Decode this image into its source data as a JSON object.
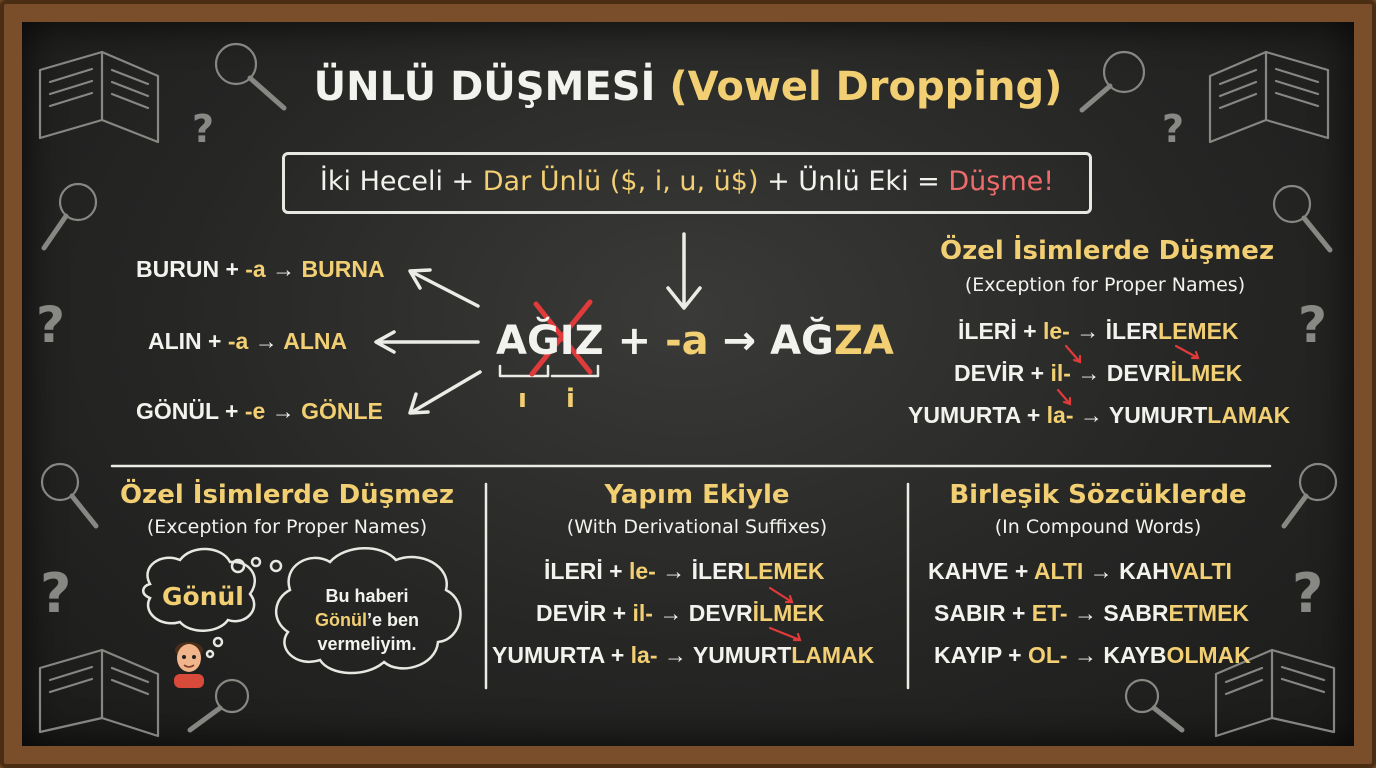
{
  "title": {
    "main": "ÜNLÜ DÜŞMESİ",
    "sub": "(Vowel Dropping)"
  },
  "rule": {
    "p1": "İki Heceli + ",
    "p2": "Dar Ünlü ($, i, u, ü$)",
    "p3": " + Ünlü Eki = ",
    "p4": "Düşme!"
  },
  "center": {
    "root": "AĞIZ",
    "plus": "+",
    "suffix": "-a",
    "result_a": "AĞ",
    "result_b": "ZA",
    "syllable1": "ı",
    "syllable2": "i"
  },
  "left_examples": [
    {
      "word": "BURUN + ",
      "suffix": "-a",
      "arrow": " → ",
      "result": "BURNA"
    },
    {
      "word": "ALIN + ",
      "suffix": "-a",
      "arrow": " → ",
      "result": "ALNA"
    },
    {
      "word": "GÖNÜL + ",
      "suffix": "-e",
      "arrow": " → ",
      "result": "GÖNLE"
    }
  ],
  "right_section": {
    "title": "Özel İsimlerde Düşmez",
    "subtitle": "(Exception for Proper Names)",
    "rows": [
      {
        "word": "İLERİ + ",
        "suffix": "le-",
        "arrow": " → ",
        "r1": "İLER",
        "r2": "LEMEK"
      },
      {
        "word": "DEVİR + ",
        "suffix": "il-",
        "arrow": " → ",
        "r1": "DEVR",
        "r2": "İLMEK"
      },
      {
        "word": "YUMURTA + ",
        "suffix": "la-",
        "arrow": " → ",
        "r1": "YUMURT",
        "r2": "LAMAK"
      }
    ]
  },
  "bottom_left": {
    "title": "Özel İsimlerde Düşmez",
    "subtitle": "(Exception for Proper Names)",
    "name_bubble": "Gönül",
    "speech": {
      "l1": "Bu haberi",
      "l2a": "Gönül",
      "l2b": "’e ben",
      "l3": "vermeliyim."
    }
  },
  "bottom_middle": {
    "title": "Yapım Ekiyle",
    "subtitle": "(With Derivational Suffixes)",
    "rows": [
      {
        "word": "İLERİ + ",
        "suffix": "le-",
        "arrow": " → ",
        "r1": "İLER",
        "r2": "LEMEK"
      },
      {
        "word": "DEVİR + ",
        "suffix": "il-",
        "arrow": " → ",
        "r1": "DEVR",
        "r2": "İLMEK"
      },
      {
        "word": "YUMURTA + ",
        "suffix": "la-",
        "arrow": " → ",
        "r1": "YUMURT",
        "r2": "LAMAK"
      }
    ]
  },
  "bottom_right": {
    "title": "Birleşik Sözcüklerde",
    "subtitle": "(In Compound Words)",
    "rows": [
      {
        "word": "KAHVE + ",
        "suffix": "ALTI",
        "arrow": " → ",
        "r1": "KAH",
        "r2": "VALTI"
      },
      {
        "word": "SABIR + ",
        "suffix": "ET-",
        "arrow": " → ",
        "r1": "SABR",
        "r2": "ETMEK"
      },
      {
        "word": "KAYIP + ",
        "suffix": "OL-",
        "arrow": " → ",
        "r1": "KAYB",
        "r2": "OLMAK"
      }
    ]
  },
  "colors": {
    "accent": "#f2cf72",
    "strike": "#e03a3a",
    "chalk": "#f2f2ee",
    "board": "#262625",
    "frame": "#7a4e2a"
  }
}
